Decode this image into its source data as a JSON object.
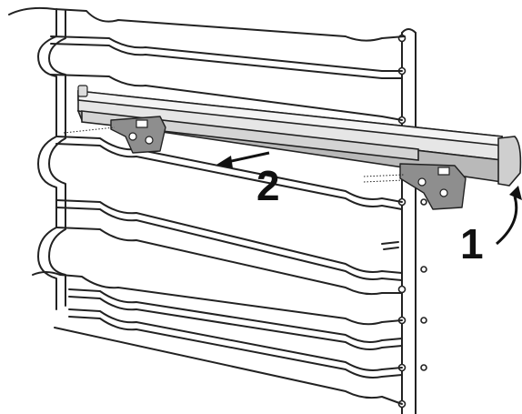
{
  "steps": [
    {
      "number": "1",
      "action": "lift"
    },
    {
      "number": "2",
      "action": "pull-out"
    }
  ],
  "colors": {
    "line": "#222222",
    "clip": "#8e8e8e",
    "rail_light": "#e6e6e6",
    "rail_dark": "#b9b9b9",
    "endcap": "#cfcfcf"
  }
}
